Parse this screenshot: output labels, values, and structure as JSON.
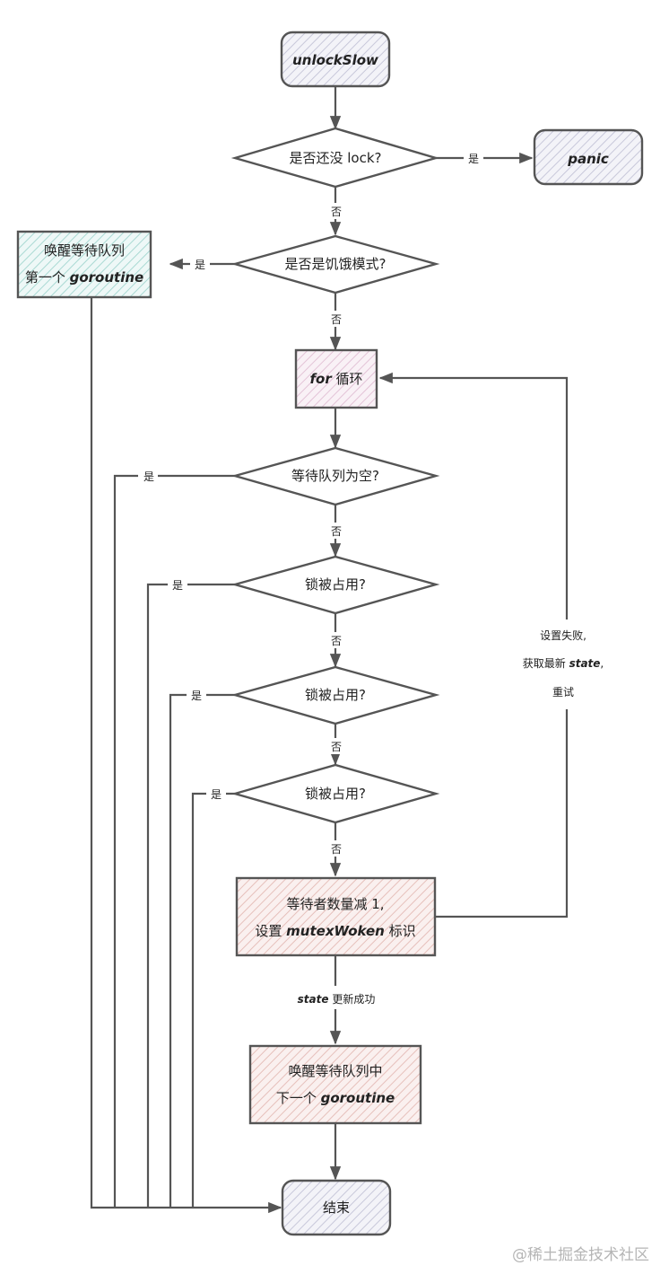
{
  "colors": {
    "stroke": "#555555",
    "fill_gray": "#d7d7e6",
    "fill_teal": "#bfe3df",
    "fill_pink": "#e8c9dc",
    "fill_salmon": "#ebc7c3"
  },
  "nodes": {
    "start": {
      "label": "unlockSlow"
    },
    "check_unlocked": {
      "label": "是否还没 lock?"
    },
    "panic": {
      "label": "panic"
    },
    "check_starving": {
      "label": "是否是饥饿模式?"
    },
    "wake_first": {
      "line1": "唤醒等待队列",
      "line2_prefix": "第一个 ",
      "line2_code": "goroutine"
    },
    "for_loop": {
      "code": "for",
      "label": " 循环"
    },
    "check_queue_empty": {
      "label": "等待队列为空?"
    },
    "check_locked_1": {
      "label": "锁被占用?"
    },
    "check_locked_2": {
      "label": "锁被占用?"
    },
    "check_locked_3": {
      "label": "锁被占用?"
    },
    "decrement": {
      "line1": "等待者数量减 1,",
      "line2_prefix": "设置 ",
      "line2_code": "mutexWoken",
      "line2_suffix": " 标识"
    },
    "wake_next": {
      "line1": "唤醒等待队列中",
      "line2_prefix": "下一个 ",
      "line2_code": "goroutine"
    },
    "end": {
      "label": "结束"
    }
  },
  "edge_labels": {
    "yes": "是",
    "no": "否",
    "state_success_code": "state",
    "state_success_text": " 更新成功",
    "retry_line1": "设置失败,",
    "retry_line2_prefix": "获取最新 ",
    "retry_line2_code": "state",
    "retry_line2_suffix": ",",
    "retry_line3": "重试"
  },
  "watermark": "@稀土掘金技术社区"
}
